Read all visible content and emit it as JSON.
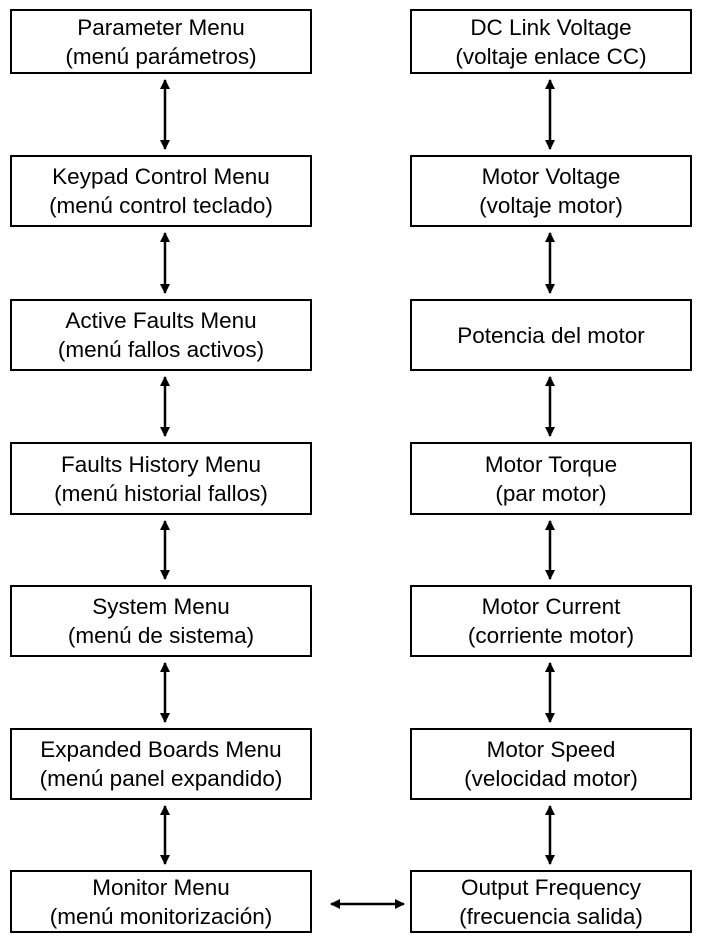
{
  "left_column": [
    {
      "line1": "Parameter Menu",
      "line2": "(menú parámetros)"
    },
    {
      "line1": "Keypad Control Menu",
      "line2": "(menú control teclado)"
    },
    {
      "line1": "Active Faults Menu",
      "line2": "(menú fallos activos)"
    },
    {
      "line1": "Faults History Menu",
      "line2": "(menú historial fallos)"
    },
    {
      "line1": "System Menu",
      "line2": "(menú de sistema)"
    },
    {
      "line1": "Expanded Boards Menu",
      "line2": "(menú panel expandido)"
    },
    {
      "line1": "Monitor Menu",
      "line2": "(menú monitorización)"
    }
  ],
  "right_column": [
    {
      "line1": "DC Link Voltage",
      "line2": "(voltaje enlace CC)"
    },
    {
      "line1": "Motor Voltage",
      "line2": "(voltaje motor)"
    },
    {
      "line1": "Potencia del motor",
      "line2": ""
    },
    {
      "line1": "Motor Torque",
      "line2": "(par motor)"
    },
    {
      "line1": "Motor Current",
      "line2": "(corriente motor)"
    },
    {
      "line1": "Motor Speed",
      "line2": "(velocidad motor)"
    },
    {
      "line1": "Output Frequency",
      "line2": "(frecuencia salida)"
    }
  ]
}
